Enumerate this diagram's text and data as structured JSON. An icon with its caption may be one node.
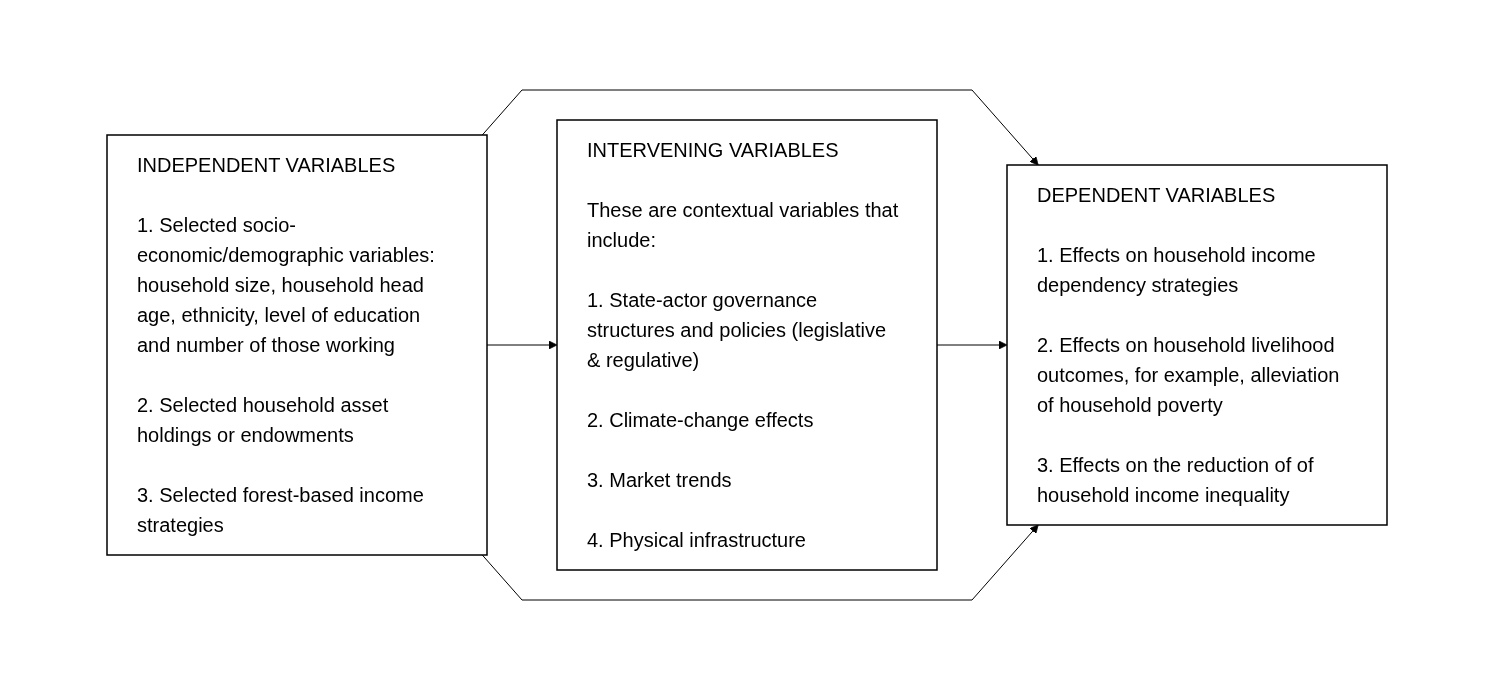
{
  "diagram": {
    "nodes": [
      {
        "text": [
          "INDEPENDENT VARIABLES",
          "1. Selected socio-economic/demographic variables: household size, household head age, ethnicity, level of education and number of those working",
          "2. Selected household asset holdings or endowments",
          "3. Selected forest-based income strategies"
        ]
      },
      {
        "text": [
          "INTERVENING VARIABLES",
          "These are contextual variables that include:",
          "1. State-actor governance structures and policies (legislative & regulative)",
          "2. Climate-change effects",
          "3. Market trends",
          "4. Physical infrastructure"
        ]
      },
      {
        "text": [
          "DEPENDENT VARIABLES",
          "1. Effects on household income dependency strategies",
          "2. Effects on household livelihood outcomes, for example, alleviation of household poverty",
          "3. Effects on the reduction of of household income inequality"
        ]
      }
    ],
    "edges": [
      {
        "from": 0,
        "to": 2,
        "arrow": "to"
      },
      {
        "from": 0,
        "to": 1,
        "arrow": "to"
      },
      {
        "from": 1,
        "to": 2,
        "arrow": "to"
      },
      {
        "from": 0,
        "to": 2,
        "arrow": "to"
      }
    ]
  }
}
